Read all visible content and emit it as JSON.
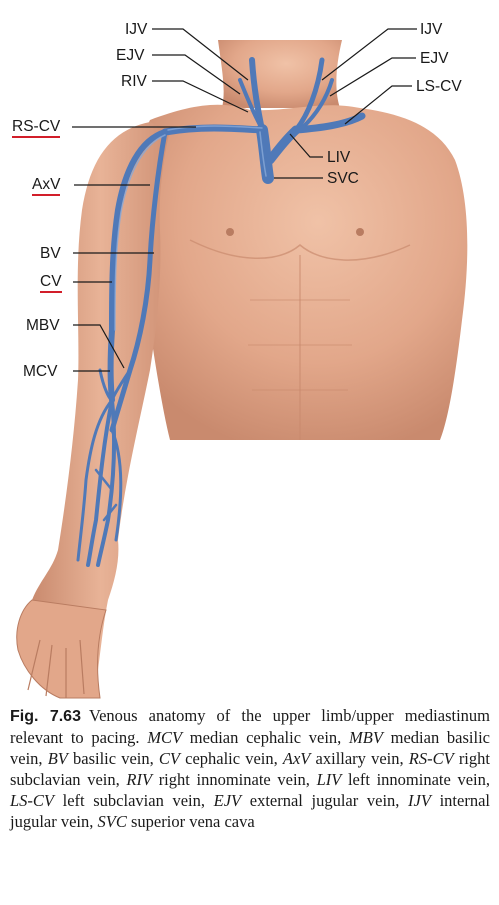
{
  "labels": {
    "ijv_left": "IJV",
    "ejv_left": "EJV",
    "riv": "RIV",
    "rs_cv": "RS-CV",
    "axv": "AxV",
    "bv": "BV",
    "cv": "CV",
    "mbv": "MBV",
    "mcv": "MCV",
    "ijv_right": "IJV",
    "ejv_right": "EJV",
    "ls_cv": "LS-CV",
    "liv": "LIV",
    "svc": "SVC"
  },
  "caption": {
    "fig_number": "Fig. 7.63",
    "intro": "Venous anatomy of the upper limb/upper mediastinum relevant to pacing.",
    "entries": [
      {
        "abbr": "MCV",
        "text": " median cephalic vein, "
      },
      {
        "abbr": "MBV",
        "text": " median basilic vein, "
      },
      {
        "abbr": "BV",
        "text": " basilic vein, "
      },
      {
        "abbr": "CV",
        "text": " cephalic vein, "
      },
      {
        "abbr": "AxV",
        "text": " axillary vein, "
      },
      {
        "abbr": "RS-CV",
        "text": " right subclavian vein, "
      },
      {
        "abbr": "RIV",
        "text": " right innominate vein, "
      },
      {
        "abbr": "LIV",
        "text": " left innominate vein, "
      },
      {
        "abbr": "LS-CV",
        "text": " left subclavian vein, "
      },
      {
        "abbr": "EJV",
        "text": " external jugular vein, "
      },
      {
        "abbr": "IJV",
        "text": " internal jugular vein, "
      },
      {
        "abbr": "SVC",
        "text": " superior vena cava"
      }
    ]
  },
  "colors": {
    "skin": "#e3a98c",
    "skin_shadow": "#c98a6e",
    "vein": "#4f79b8",
    "vein_edge": "#2f4f86",
    "underline": "#d21e2a"
  }
}
